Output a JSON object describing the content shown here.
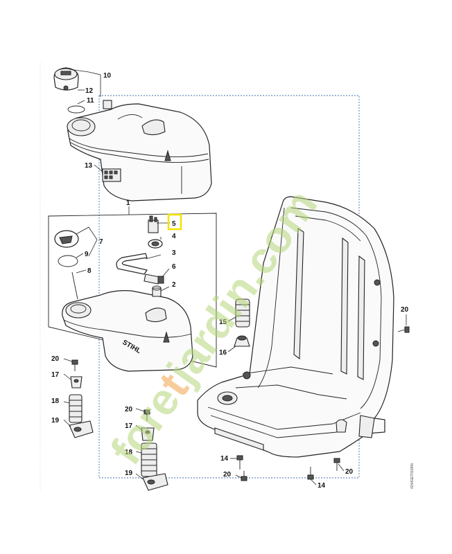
{
  "labels": {
    "l1": "1",
    "l2": "2",
    "l3": "3",
    "l4": "4",
    "l5": "5",
    "l6": "6",
    "l7": "7",
    "l8": "8",
    "l9": "9",
    "l10": "10",
    "l11": "11",
    "l12": "12",
    "l13": "13",
    "l14a": "14",
    "l14b": "14",
    "l15": "15",
    "l16": "16",
    "l17a": "17",
    "l17b": "17",
    "l18a": "18",
    "l18b": "18",
    "l19a": "19",
    "l19b": "19",
    "l20a": "20",
    "l20b": "20",
    "l20c": "20",
    "l20d": "20",
    "l20e": "20"
  },
  "brand_text": "STIHL",
  "watermark": {
    "prefix": "fore",
    "accent": "t",
    "suffix": "jardin.com"
  },
  "drawing_code": "4244GET016KN",
  "highlight": {
    "label": "l5",
    "color": "#f5e400"
  },
  "colors": {
    "outline": "#222222",
    "dotted_frame": "#3a6ea8",
    "watermark_green": "#b5d67a",
    "watermark_orange": "#f2a34a"
  }
}
